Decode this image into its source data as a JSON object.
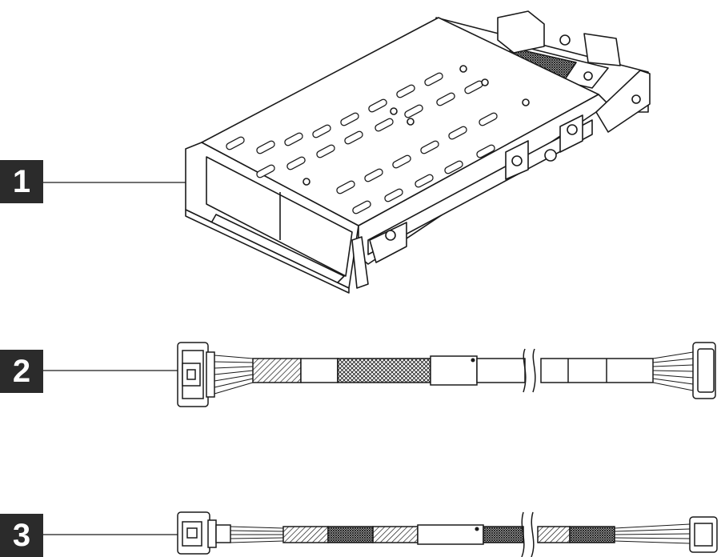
{
  "callouts": [
    {
      "label": "1"
    },
    {
      "label": "2"
    },
    {
      "label": "3"
    }
  ],
  "colors": {
    "line": "#1a1a1a",
    "callout_bg": "#2b2b2b",
    "callout_text": "#ffffff"
  },
  "icons": [
    "drive-cage-icon",
    "signal-cable-icon",
    "power-cable-icon"
  ]
}
